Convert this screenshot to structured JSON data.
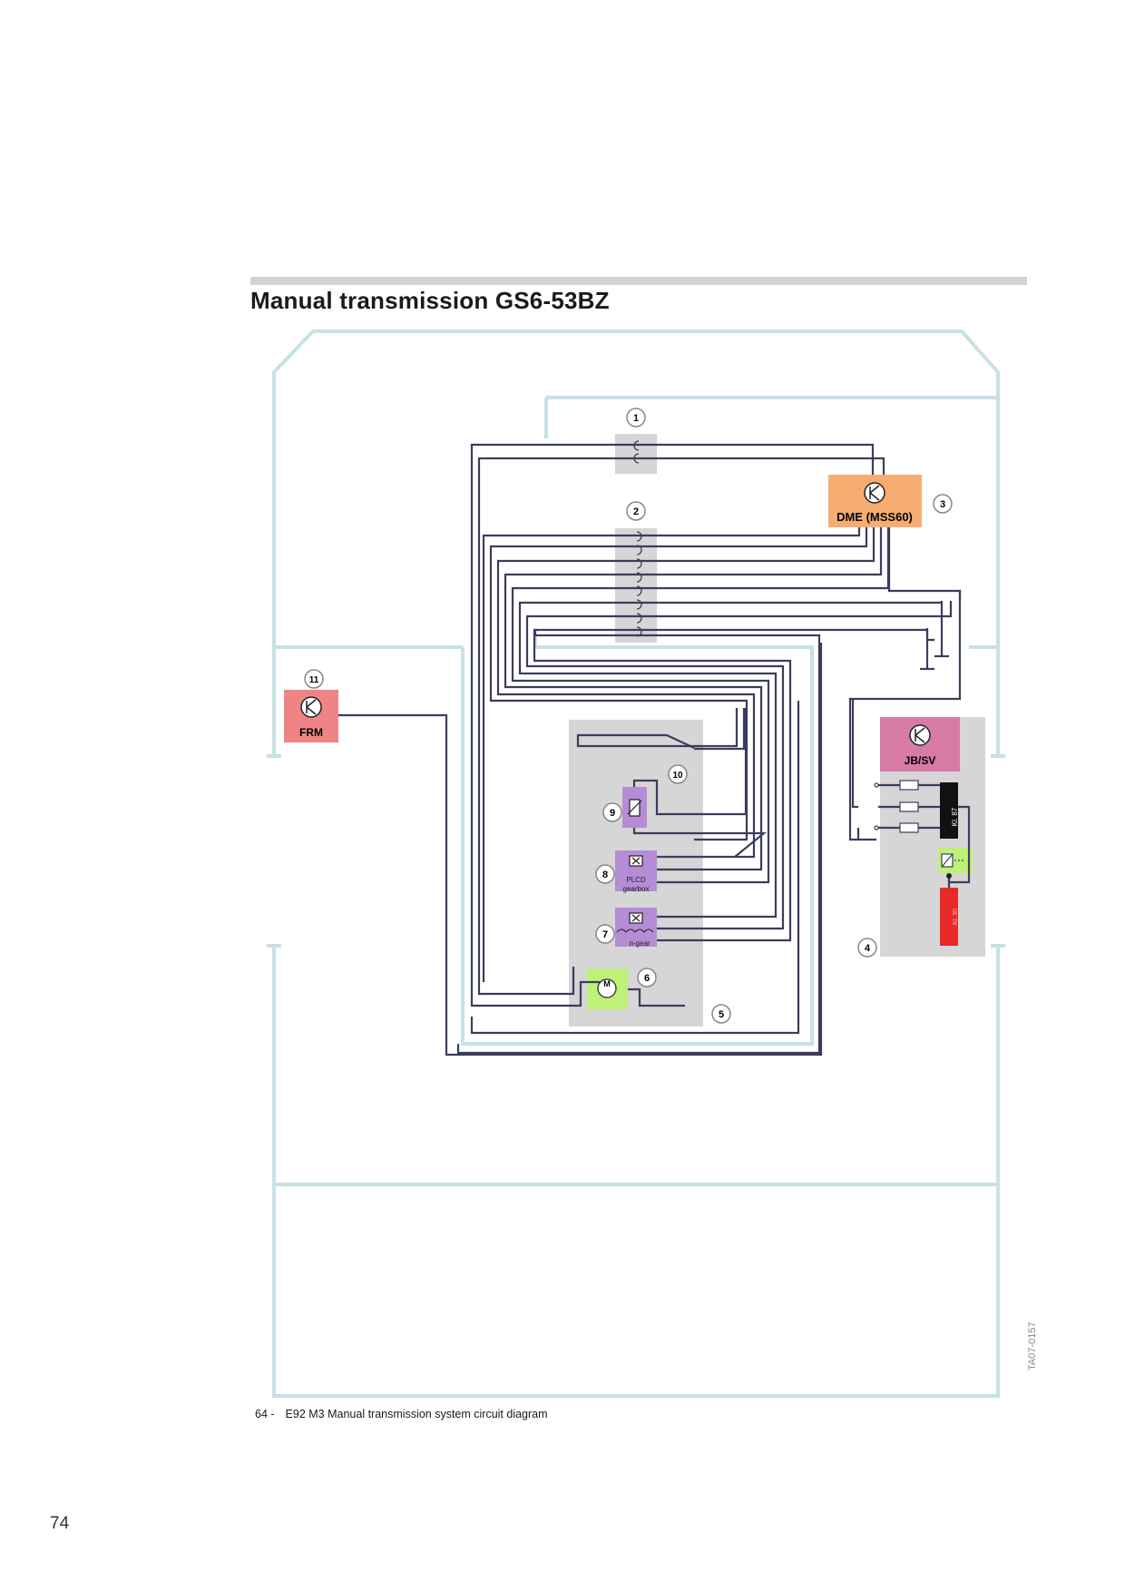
{
  "header": {
    "title": "Manual transmission GS6-53BZ"
  },
  "components": {
    "c1": "1",
    "c2": "2",
    "c3": "3",
    "c4": "4",
    "c5": "5",
    "c6": "6",
    "c7": "7",
    "c8": "8",
    "c9": "9",
    "c10": "10",
    "c11": "11"
  },
  "labels": {
    "dme": "DME (MSS60)",
    "frm": "FRM",
    "jbsv": "JB/SV",
    "kl87": "Kl. 87",
    "plcd": "PLCD",
    "gearbox": "gearbox",
    "ngear": "n-gear",
    "motor": "M",
    "kl30": "Kl. 30"
  },
  "figure": {
    "number": "64 -",
    "caption": "E92 M3 Manual transmission system circuit diagram",
    "code": "TA07-0157"
  },
  "page": {
    "number": "74"
  },
  "colors": {
    "frame": "#c7e1e4",
    "wire": "#3b3d5e",
    "module_gray": "#d6d6d6",
    "dme_orange": "#f6ad72",
    "frm_red": "#ef8486",
    "jbsv_pink": "#d77aa6",
    "sensor_purple": "#b58cd6",
    "motor_green": "#bff077",
    "fuse_red": "#e82a2a"
  }
}
